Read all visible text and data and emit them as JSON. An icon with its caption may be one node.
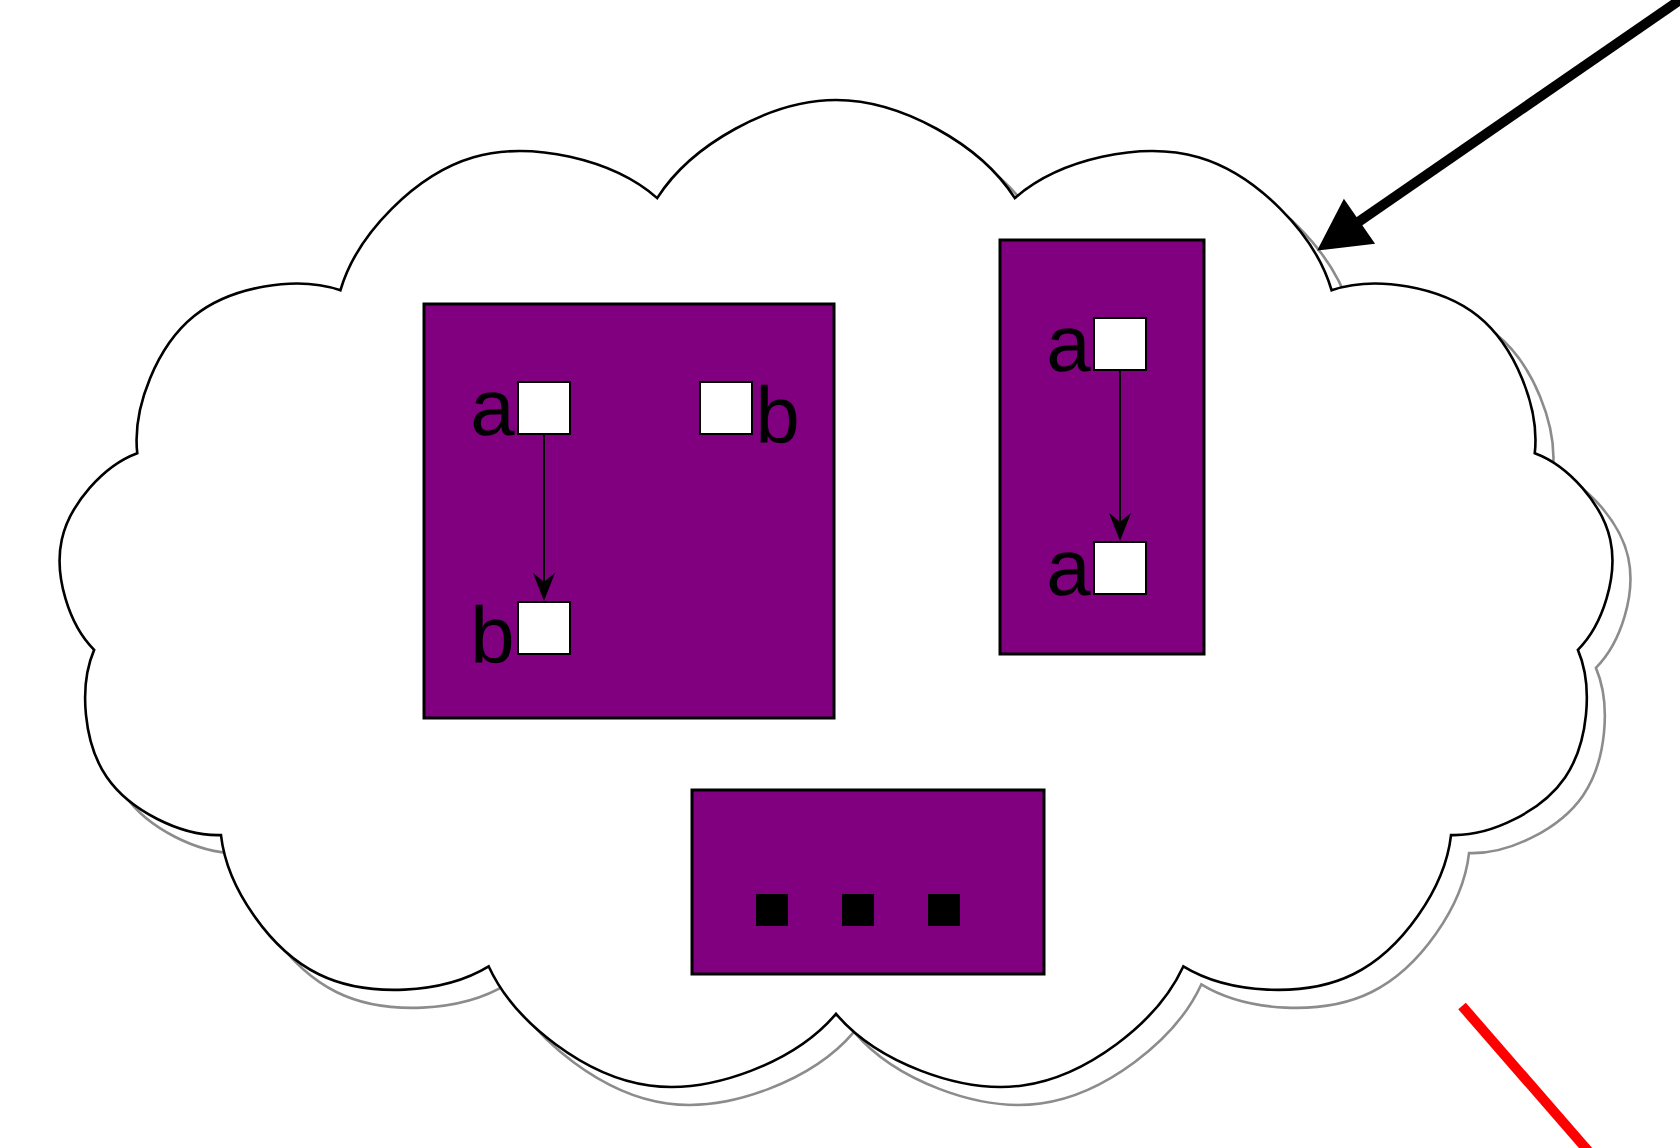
{
  "diagram": {
    "nodes": [
      {
        "text": [],
        "shape": "cloud"
      },
      {
        "text": [],
        "shape": "box",
        "in": 0
      },
      {
        "text": [],
        "shape": "box",
        "beside": [
          "a"
        ],
        "in": 1
      },
      {
        "text": [],
        "shape": "box",
        "beside": [
          "b"
        ],
        "in": 1
      },
      {
        "text": [],
        "shape": "box",
        "beside": [
          "b"
        ],
        "in": 1
      },
      {
        "text": [],
        "shape": "box",
        "in": 0
      },
      {
        "text": [],
        "shape": "box",
        "beside": [
          "a"
        ],
        "in": 5
      },
      {
        "text": [],
        "shape": "box",
        "beside": [
          "a"
        ],
        "in": 5
      },
      {
        "text": [],
        "shape": "box",
        "in": 0
      },
      {
        "text": [],
        "shape": "box",
        "in": 8
      },
      {
        "text": [],
        "shape": "box",
        "in": 8
      },
      {
        "text": [],
        "shape": "box",
        "in": 8
      }
    ],
    "edges": [
      {
        "from": 2,
        "to": 4,
        "arrow": "to"
      },
      {
        "from": 6,
        "to": 7,
        "arrow": "to"
      },
      {
        "from": null,
        "to": 0,
        "arrow": "to",
        "style": "thick"
      }
    ]
  }
}
